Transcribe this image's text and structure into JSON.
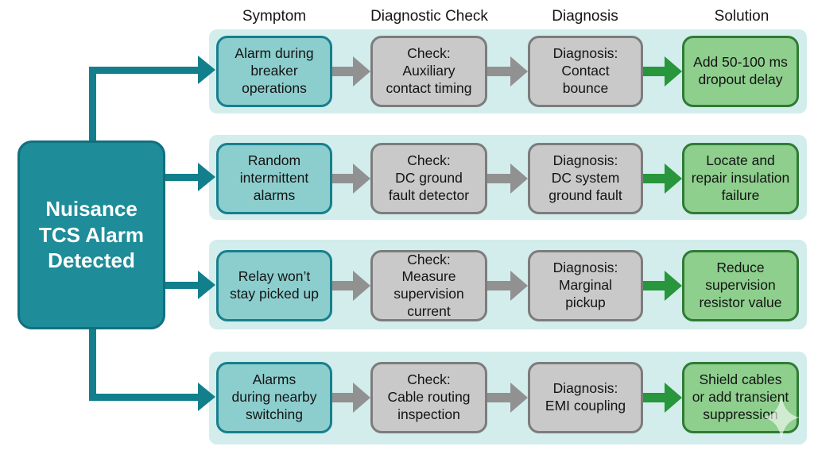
{
  "diagram_title": "Nuisance\nTCS Alarm\nDetected",
  "column_headers": {
    "symptom": "Symptom",
    "check": "Diagnostic Check",
    "diagnosis": "Diagnosis",
    "solution": "Solution"
  },
  "rows": [
    {
      "symptom": "Alarm during\nbreaker\noperations",
      "check": "Check:\nAuxiliary\ncontact timing",
      "diagnosis": "Diagnosis:\nContact\nbounce",
      "solution": "Add 50-100 ms\ndropout delay"
    },
    {
      "symptom": "Random\nintermittent\nalarms",
      "check": "Check:\nDC ground\nfault detector",
      "diagnosis": "Diagnosis:\nDC system\nground fault",
      "solution": "Locate and\nrepair insulation\nfailure"
    },
    {
      "symptom": "Relay won’t\nstay picked up",
      "check": "Check:\nMeasure\nsupervision\ncurrent",
      "diagnosis": "Diagnosis:\nMarginal\npickup",
      "solution": "Reduce\nsupervision\nresistor value"
    },
    {
      "symptom": "Alarms\nduring nearby\nswitching",
      "check": "Check:\nCable routing\ninspection",
      "diagnosis": "Diagnosis:\nEMI coupling",
      "solution": "Shield cables\nor add transient\nsuppression"
    }
  ],
  "icons": {
    "watermark": "sparkle-icon"
  },
  "colors": {
    "band": "#d2edec",
    "main_fill": "#1e8c99",
    "main_border": "#11707e",
    "box_teal": "#8ccecd",
    "box_teal_border": "#177f8d",
    "box_gray": "#c9c9c9",
    "box_gray_border": "#7c7c7c",
    "box_green": "#8ecf8d",
    "box_green_border": "#2f7b35",
    "arrow_gray": "#919191",
    "arrow_green": "#28963c",
    "arrow_teal": "#137f8d",
    "text_dark": "#141414",
    "text_light": "#ffffff"
  }
}
